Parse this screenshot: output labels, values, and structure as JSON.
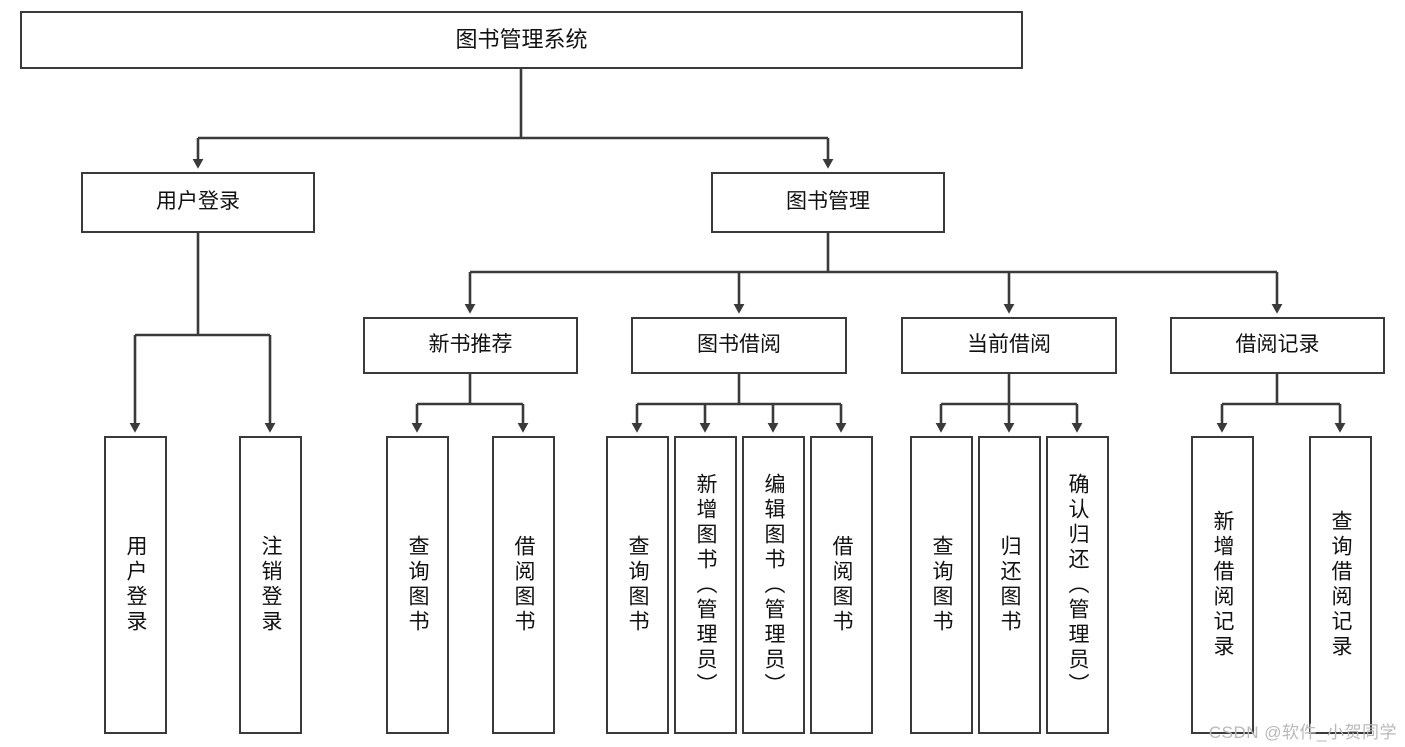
{
  "diagram": {
    "title": "图书管理系统",
    "watermark": "CSDN @软件_小贺同学",
    "line_color": "#3a3a3a",
    "box_fill": "#ffffff",
    "text_color": "#111111",
    "watermark_color": "#b9b9b9"
  },
  "nodes": {
    "root": {
      "label": "图书管理系统"
    },
    "level2": [
      {
        "label": "用户登录"
      },
      {
        "label": "图书管理"
      }
    ],
    "level3": [
      {
        "label": "新书推荐"
      },
      {
        "label": "图书借阅"
      },
      {
        "label": "当前借阅"
      },
      {
        "label": "借阅记录"
      }
    ],
    "leaves": {
      "user_login": [
        {
          "label": "用户登录"
        },
        {
          "label": "注销登录"
        }
      ],
      "new_book": [
        {
          "label": "查询图书"
        },
        {
          "label": "借阅图书"
        }
      ],
      "book_borrow": [
        {
          "label": "查询图书"
        },
        {
          "label": "新增图书（管理员）"
        },
        {
          "label": "编辑图书（管理员）"
        },
        {
          "label": "借阅图书"
        }
      ],
      "current_borrow": [
        {
          "label": "查询图书"
        },
        {
          "label": "归还图书"
        },
        {
          "label": "确认归还（管理员）"
        }
      ],
      "borrow_record": [
        {
          "label": "新增借阅记录"
        },
        {
          "label": "查询借阅记录"
        }
      ]
    }
  }
}
